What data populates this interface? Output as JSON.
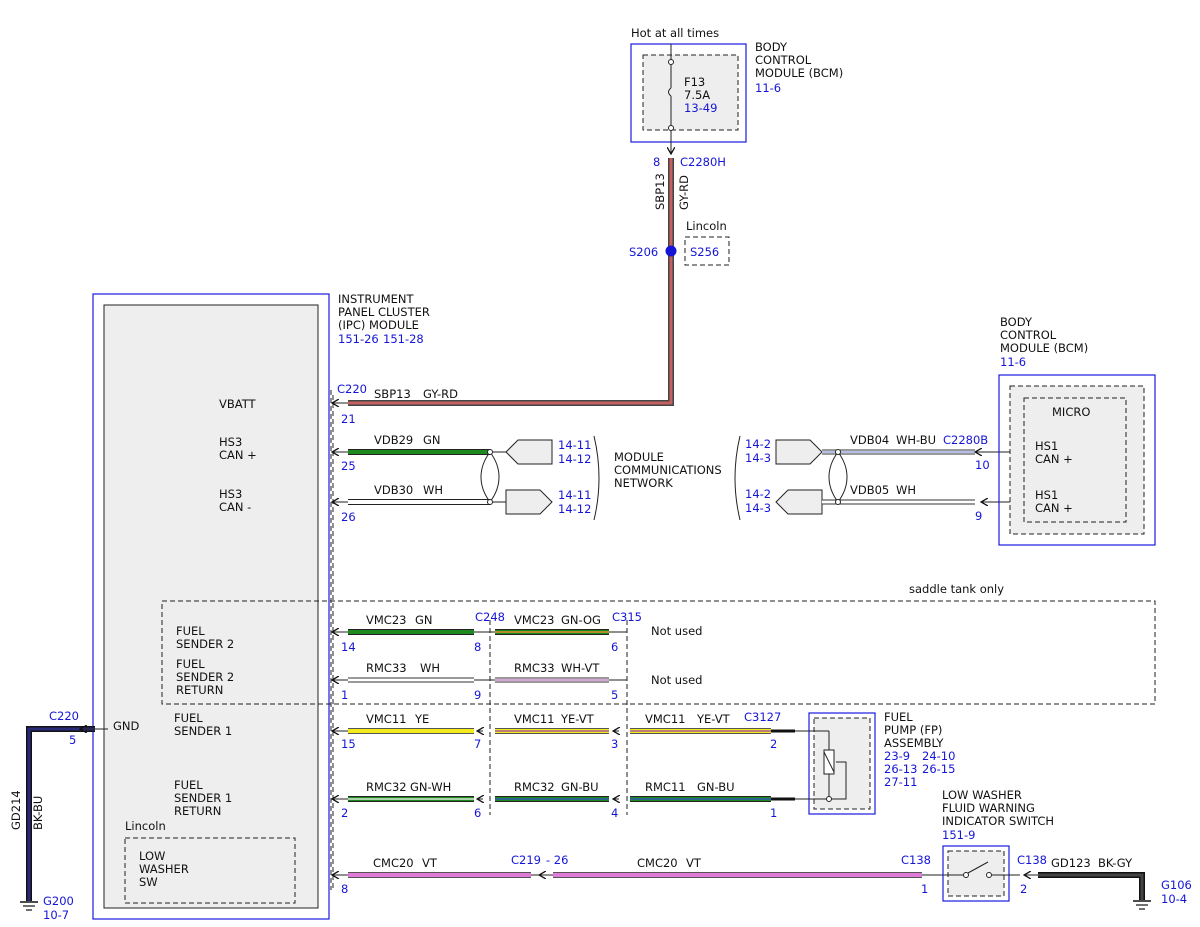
{
  "bcm_top": {
    "power": "Hot at all times",
    "title": [
      "BODY",
      "CONTROL",
      "MODULE (BCM)"
    ],
    "ref": "11-6",
    "fuse": "F13",
    "fuse_rating": "7.5A",
    "fuse_ref": "13-49",
    "pin": "8",
    "connector": "C2280H",
    "circuit": "SBP13",
    "color": "GY-RD"
  },
  "splice": {
    "option": "Lincoln",
    "s206": "S206",
    "s256": "S256"
  },
  "ipc": {
    "title": [
      "INSTRUMENT",
      "PANEL CLUSTER",
      "(IPC) MODULE"
    ],
    "ref1": "151-26",
    "ref2": "151-28",
    "vbatt": "VBATT",
    "hs3_can_plus": [
      "HS3",
      "CAN +"
    ],
    "hs3_can_minus": [
      "HS3",
      "CAN -"
    ],
    "fuel_sender_2": [
      "FUEL",
      "SENDER 2"
    ],
    "fuel_sender_2_return": [
      "FUEL",
      "SENDER 2",
      "RETURN"
    ],
    "gnd": "GND",
    "fuel_sender_1": [
      "FUEL",
      "SENDER 1"
    ],
    "fuel_sender_1_return": [
      "FUEL",
      "SENDER 1",
      "RETURN"
    ],
    "lincoln": "Lincoln",
    "low_washer_sw": [
      "LOW",
      "WASHER",
      "SW"
    ]
  },
  "wires": {
    "c220": "C220",
    "vbatt_pin": "21",
    "vbatt_circuit": "SBP13",
    "vbatt_color": "GY-RD",
    "can_plus_pin": "25",
    "can_plus_circuit": "VDB29",
    "can_plus_color": "GN",
    "can_minus_pin": "26",
    "can_minus_circuit": "VDB30",
    "can_minus_color": "WH",
    "ref_14_11": "14-11",
    "ref_14_12": "14-12",
    "network": [
      "MODULE",
      "COMMUNICATIONS",
      "NETWORK"
    ],
    "ref_14_2": "14-2",
    "ref_14_3": "14-3",
    "vdb04": "VDB04",
    "vdb04_color": "WH-BU",
    "vdb05": "VDB05",
    "vdb05_color": "WH",
    "c2280b": "C2280B",
    "pin10": "10",
    "pin9": "9"
  },
  "bcm_right": {
    "title": [
      "BODY",
      "CONTROL",
      "MODULE (BCM)"
    ],
    "ref": "11-6",
    "micro": "MICRO",
    "hs1_a": [
      "HS1",
      "CAN +"
    ],
    "hs1_b": [
      "HS1",
      "CAN +"
    ]
  },
  "saddle": {
    "label": "saddle tank only",
    "c248": "C248",
    "c315": "C315",
    "vmc23": "VMC23",
    "gn": "GN",
    "gn_og": "GN-OG",
    "rmc33": "RMC33",
    "wh": "WH",
    "wh_vt": "WH-VT",
    "pin14": "14",
    "pin8": "8",
    "pin6": "6",
    "pin1": "1",
    "pin9": "9",
    "pin5": "5",
    "not_used_1": "Not used",
    "not_used_2": "Not used"
  },
  "fuel1": {
    "vmc11": "VMC11",
    "ye": "YE",
    "ye_vt": "YE-VT",
    "c3127": "C3127",
    "pin15": "15",
    "pin7": "7",
    "pin3": "3",
    "pin2": "2",
    "rmc32": "RMC32",
    "gn_wh": "GN-WH",
    "gn_bu": "GN-BU",
    "rmc11": "RMC11",
    "pin2b": "2",
    "pin6": "6",
    "pin4": "4",
    "pin1": "1"
  },
  "fuel_pump": {
    "title": [
      "FUEL",
      "PUMP (FP)",
      "ASSEMBLY"
    ],
    "refs": [
      "23-9",
      "24-10",
      "26-13",
      "26-15",
      "27-11"
    ]
  },
  "ground": {
    "c220": "C220",
    "pin5": "5",
    "gd214": "GD214",
    "bk_bu": "BK-BU",
    "g200": "G200",
    "g200_ref": "10-7"
  },
  "washer": {
    "title": [
      "LOW WASHER",
      "FLUID WARNING",
      "INDICATOR SWITCH"
    ],
    "ref": "151-9",
    "cmc20": "CMC20",
    "vt": "VT",
    "c219": "C219",
    "c219_pins": "- 26",
    "c138": "C138",
    "pin8": "8",
    "pin1": "1",
    "pin2": "2",
    "gd123": "GD123",
    "bk_gy": "BK-GY",
    "g106": "G106",
    "g106_ref": "10-4"
  }
}
